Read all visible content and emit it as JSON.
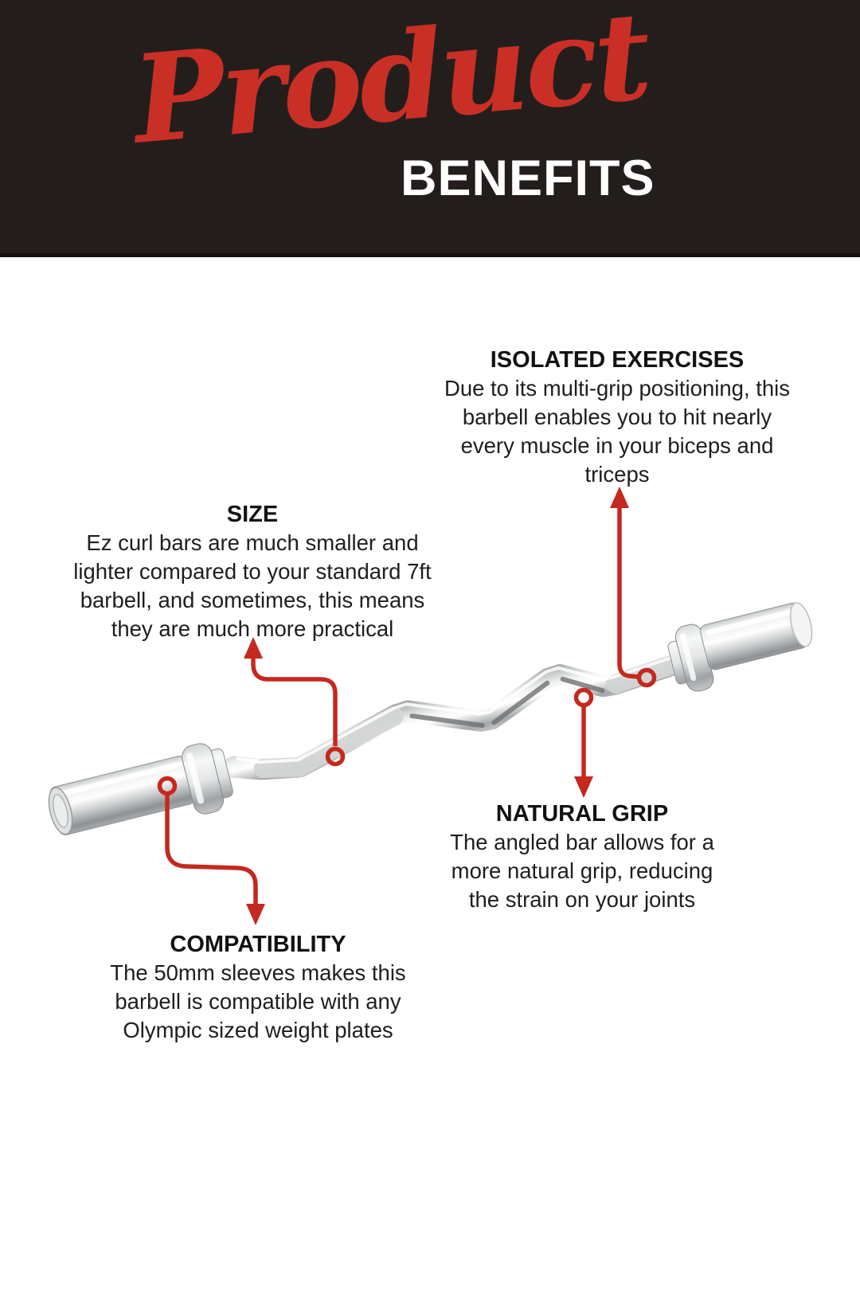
{
  "header": {
    "script_word": "Product",
    "title_word": "BENEFITS",
    "bg_color": "#231e1c",
    "script_color": "#ca2f26",
    "title_color": "#ffffff"
  },
  "colors": {
    "arrow_red": "#c5281e",
    "body_text": "#1e1e1e",
    "page_bg": "#ffffff",
    "chrome_light": "#f4f5f5",
    "chrome_dark": "#8e9294",
    "brass_bushing": "#c69f55"
  },
  "benefits": [
    {
      "id": "isolated-exercises",
      "title": "ISOLATED EXERCISES",
      "lines": [
        "Due to its multi-grip positioning, this",
        "barbell enables you to hit nearly",
        "every muscle in your biceps and",
        "triceps"
      ]
    },
    {
      "id": "size",
      "title": "SIZE",
      "lines": [
        "Ez curl bars are much smaller and",
        "lighter compared to your standard 7ft",
        "barbell, and sometimes, this means",
        "they are much more practical"
      ]
    },
    {
      "id": "natural-grip",
      "title": "NATURAL GRIP",
      "lines": [
        "The angled bar allows for a",
        "more natural grip, reducing",
        "the strain on your joints"
      ]
    },
    {
      "id": "compatibility",
      "title": "COMPATIBILITY",
      "lines": [
        "The 50mm sleeves makes this",
        "barbell is compatible with any",
        "Olympic sized weight plates"
      ]
    }
  ]
}
